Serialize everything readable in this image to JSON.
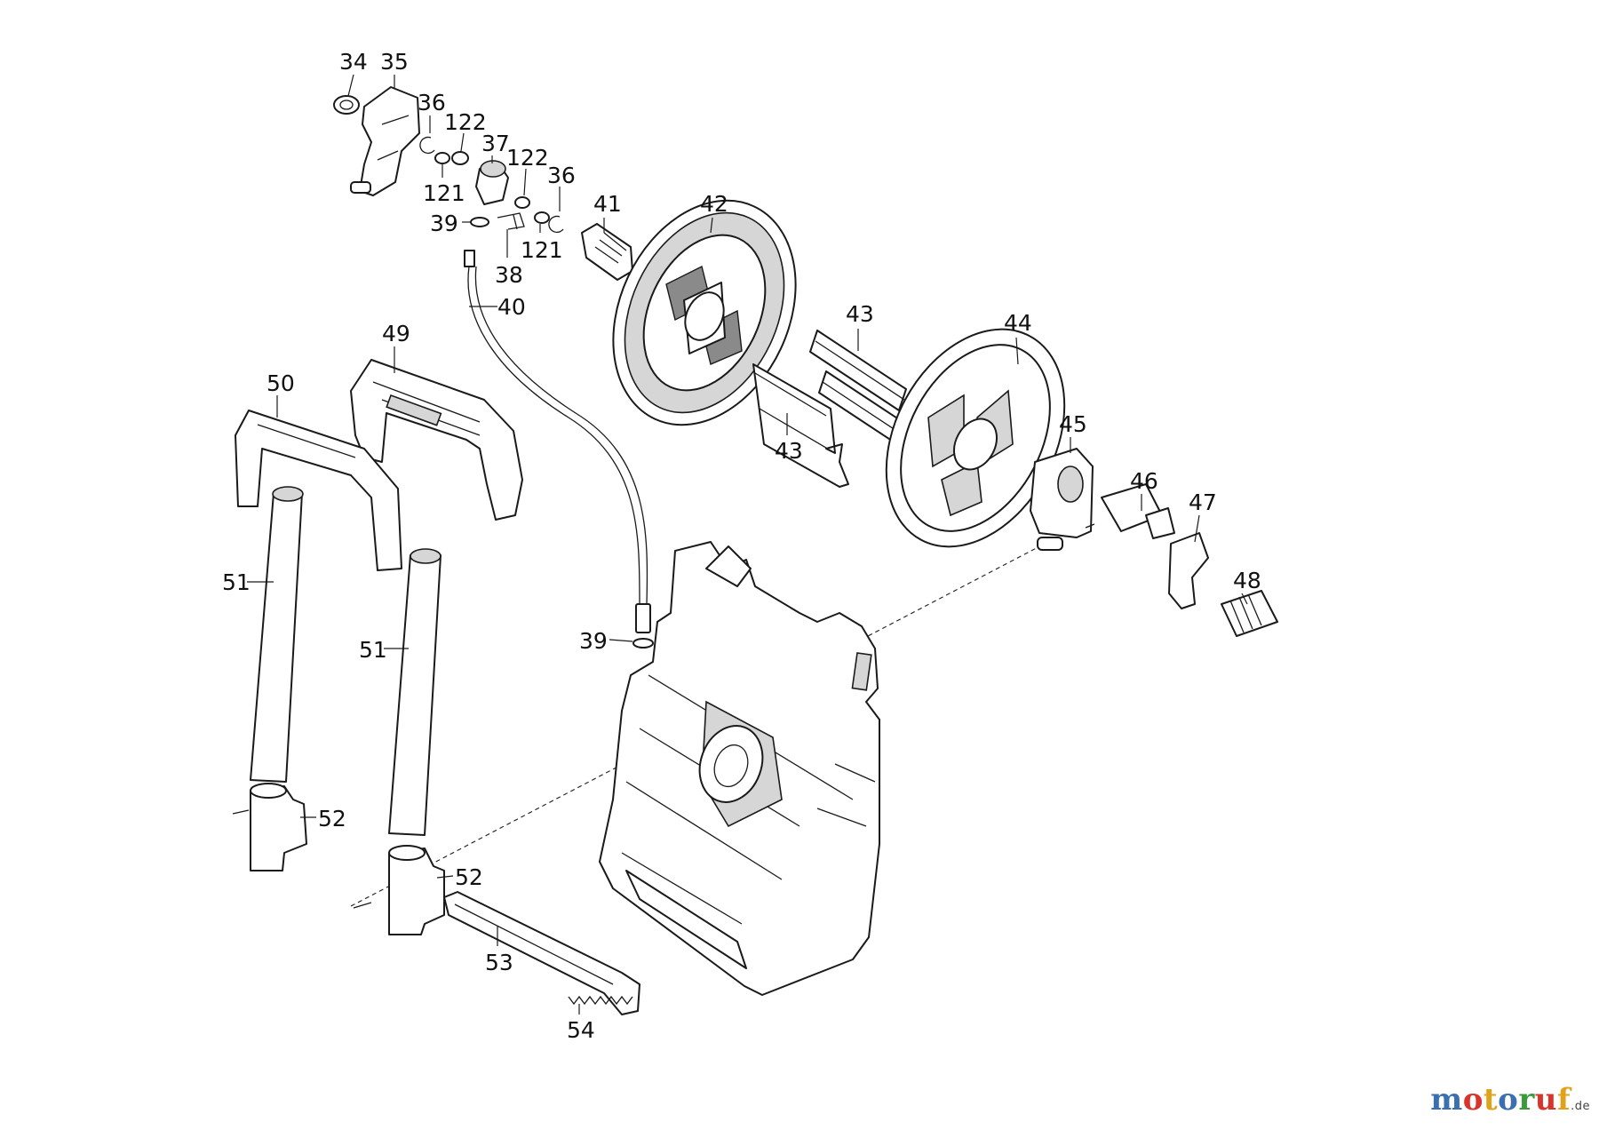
{
  "callouts": [
    {
      "label": "34"
    },
    {
      "label": "35"
    },
    {
      "label": "36"
    },
    {
      "label": "122"
    },
    {
      "label": "37"
    },
    {
      "label": "122"
    },
    {
      "label": "36"
    },
    {
      "label": "121"
    },
    {
      "label": "39"
    },
    {
      "label": "38"
    },
    {
      "label": "121"
    },
    {
      "label": "41"
    },
    {
      "label": "42"
    },
    {
      "label": "40"
    },
    {
      "label": "49"
    },
    {
      "label": "50"
    },
    {
      "label": "43"
    },
    {
      "label": "44"
    },
    {
      "label": "43"
    },
    {
      "label": "45"
    },
    {
      "label": "46"
    },
    {
      "label": "47"
    },
    {
      "label": "48"
    },
    {
      "label": "51"
    },
    {
      "label": "51"
    },
    {
      "label": "39"
    },
    {
      "label": "52"
    },
    {
      "label": "52"
    },
    {
      "label": "53"
    },
    {
      "label": "54"
    }
  ],
  "brand": {
    "name_parts": [
      {
        "text": "m",
        "color": "#3a6fb0"
      },
      {
        "text": "o",
        "color": "#d9342b"
      },
      {
        "text": "t",
        "color": "#e0a21b"
      },
      {
        "text": "o",
        "color": "#3a6fb0"
      },
      {
        "text": "r",
        "color": "#3b9a3b"
      },
      {
        "text": "u",
        "color": "#d9342b"
      },
      {
        "text": "f",
        "color": "#e0a21b"
      }
    ],
    "tld": ".de"
  }
}
